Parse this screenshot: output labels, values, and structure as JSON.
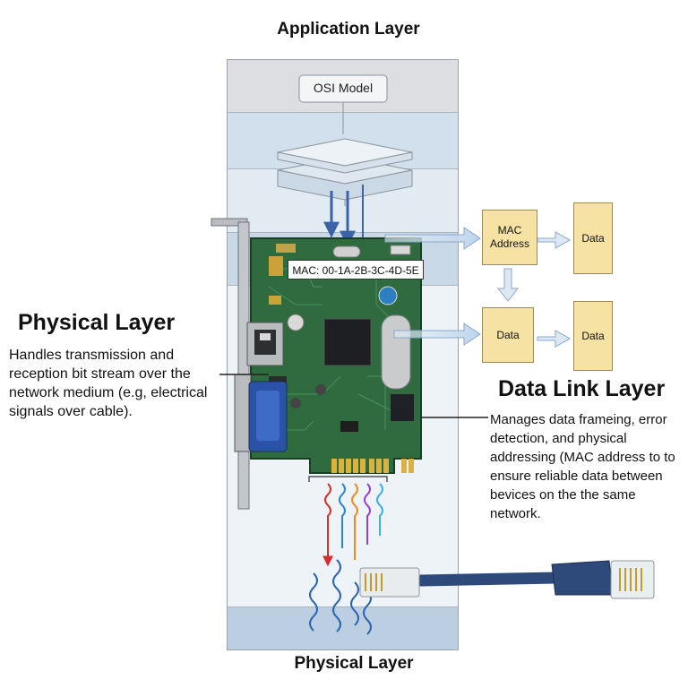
{
  "header": {
    "top_label": "Application Layer",
    "bottom_label": "Physical Layer"
  },
  "stack": {
    "osi_label": "OSI Model"
  },
  "nic": {
    "mac_label": "MAC: 00-1A-2B-3C-4D-5E"
  },
  "physical": {
    "heading": "Physical Layer",
    "description": "Handles transmission and reception bit stream over the network medium (e.g, electrical signals over cable)."
  },
  "datalink": {
    "heading": "Data Link Layer",
    "description": "Manages data frameing, error detection, and physical addressing (MAC address to to ensure reliable data between bevices on the the same network."
  },
  "flow": {
    "mac_box": "MAC Address",
    "data_box_1": "Data",
    "data_box_2": "Data",
    "data_box_3": "Data"
  },
  "colors": {
    "column_top": "#dcdee2",
    "column_blue": "#d4e1ee",
    "pcb_green": "#2f6b3e",
    "flow_box": "#f6e3a4",
    "cable_blue": "#2e4a7a"
  }
}
